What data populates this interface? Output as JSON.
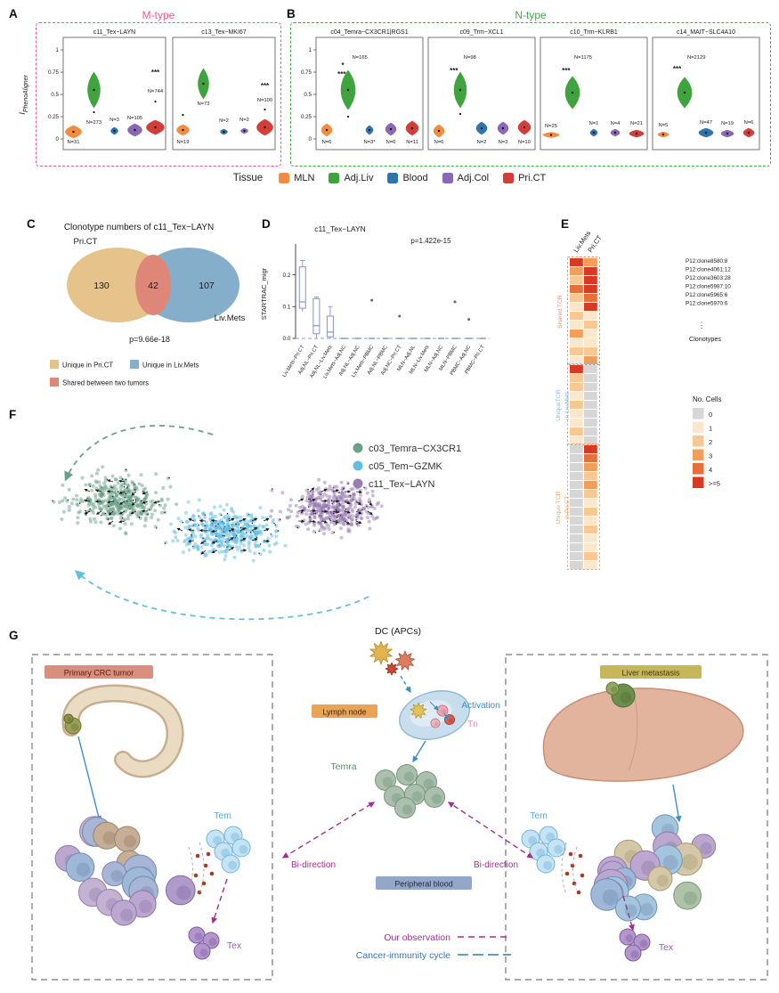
{
  "panel_letters": {
    "A": "A",
    "B": "B",
    "C": "C",
    "D": "D",
    "E": "E",
    "F": "F",
    "G": "G"
  },
  "axis": {
    "ylabel_main": "I",
    "ylabel_sub": "PhenoAligner"
  },
  "tissue_legend": {
    "title": "Tissue",
    "items": [
      {
        "label": "MLN",
        "color": "#F28C3E"
      },
      {
        "label": "Adj.Liv",
        "color": "#3FA43D"
      },
      {
        "label": "Blood",
        "color": "#2E74B0"
      },
      {
        "label": "Adj.Col",
        "color": "#8B68B5"
      },
      {
        "label": "Pri.CT",
        "color": "#D23F38"
      }
    ]
  },
  "chart_data": {
    "violin_panels": [
      {
        "group_title": "M-type",
        "accent": "#F05A8C",
        "yticks": [
          1,
          0.75,
          0.5,
          0.25,
          0
        ],
        "subpanels": [
          {
            "title": "c11_Tex−LAYN",
            "violins": [
              {
                "tissue": "MLN",
                "center": 0.08,
                "half": 0.07,
                "width": 9,
                "n": "N=31",
                "n_y": -0.05
              },
              {
                "tissue": "Adj.Liv",
                "center": 0.55,
                "half": 0.2,
                "width": 7,
                "n": "N=273",
                "n_y": 0.17
              },
              {
                "tissue": "Blood",
                "center": 0.09,
                "half": 0.04,
                "width": 4,
                "n": "N=3",
                "n_y": 0.2
              },
              {
                "tissue": "Adj.Col",
                "center": 0.1,
                "half": 0.07,
                "width": 8,
                "n": "N=105",
                "n_y": 0.22
              },
              {
                "tissue": "Pri.CT",
                "center": 0.13,
                "half": 0.08,
                "width": 10,
                "n": "N=744",
                "n_y": 0.52
              }
            ],
            "notes": [
              {
                "text": "***",
                "x": 4,
                "y": 0.72
              }
            ],
            "dots": [
              {
                "x": 1,
                "y": 0.3
              },
              {
                "x": 4,
                "y": 0.42
              }
            ]
          },
          {
            "title": "c13_Tex−MKI67",
            "violins": [
              {
                "tissue": "MLN",
                "center": 0.1,
                "half": 0.06,
                "width": 7,
                "n": "N=19",
                "n_y": -0.05
              },
              {
                "tissue": "Adj.Liv",
                "center": 0.62,
                "half": 0.17,
                "width": 6,
                "n": "N=73",
                "n_y": 0.38
              },
              {
                "tissue": "Blood",
                "center": 0.08,
                "half": 0.03,
                "width": 4,
                "n": "N=2",
                "n_y": 0.19
              },
              {
                "tissue": "Adj.Col",
                "center": 0.09,
                "half": 0.03,
                "width": 4,
                "n": "N=2",
                "n_y": 0.2
              },
              {
                "tissue": "Pri.CT",
                "center": 0.13,
                "half": 0.09,
                "width": 9,
                "n": "N=100",
                "n_y": 0.42
              }
            ],
            "notes": [
              {
                "text": "***",
                "x": 4,
                "y": 0.57
              }
            ],
            "dots": [
              {
                "x": 0,
                "y": 0.27
              },
              {
                "x": 4,
                "y": 0.33
              }
            ]
          }
        ]
      },
      {
        "group_title": "N-type",
        "accent": "#45A847",
        "yticks": [
          1,
          0.75,
          0.5,
          0.25,
          0
        ],
        "subpanels": [
          {
            "title": "c04_Temra−CX3CR1|RGS1",
            "violins": [
              {
                "tissue": "MLN",
                "center": 0.1,
                "half": 0.07,
                "width": 6,
                "n": "N=6",
                "n_y": -0.05
              },
              {
                "tissue": "Adj.Liv",
                "center": 0.55,
                "half": 0.22,
                "width": 8,
                "n": "N=165",
                "n_y": 0.9,
                "n_dx": 0.55
              },
              {
                "tissue": "Blood",
                "center": 0.1,
                "half": 0.05,
                "width": 4,
                "n": "N=3*",
                "n_y": -0.05
              },
              {
                "tissue": "Adj.Col",
                "center": 0.11,
                "half": 0.07,
                "width": 6,
                "n": "N=6",
                "n_y": -0.05
              },
              {
                "tissue": "Pri.CT",
                "center": 0.12,
                "half": 0.08,
                "width": 7,
                "n": "N=11",
                "n_y": -0.05
              }
            ],
            "notes": [
              {
                "text": "*",
                "x": 0.75,
                "y": 0.8
              },
              {
                "text": "***",
                "x": 0.7,
                "y": 0.7
              }
            ],
            "dots": [
              {
                "x": 1,
                "y": 0.25
              }
            ]
          },
          {
            "title": "c09_Trm−XCL1",
            "violins": [
              {
                "tissue": "MLN",
                "center": 0.09,
                "half": 0.07,
                "width": 6,
                "n": "N=6",
                "n_y": -0.05
              },
              {
                "tissue": "Adj.Liv",
                "center": 0.55,
                "half": 0.2,
                "width": 7,
                "n": "N=98",
                "n_y": 0.9,
                "n_dx": 0.45
              },
              {
                "tissue": "Blood",
                "center": 0.12,
                "half": 0.07,
                "width": 6,
                "n": "N=2",
                "n_y": -0.05
              },
              {
                "tissue": "Adj.Col",
                "center": 0.12,
                "half": 0.07,
                "width": 6,
                "n": "N=3",
                "n_y": -0.05
              },
              {
                "tissue": "Pri.CT",
                "center": 0.13,
                "half": 0.08,
                "width": 7,
                "n": "N=10",
                "n_y": -0.05
              }
            ],
            "notes": [
              {
                "text": "***",
                "x": 0.7,
                "y": 0.74
              }
            ],
            "dots": [
              {
                "x": 1,
                "y": 0.28
              }
            ]
          },
          {
            "title": "c10_Trm−KLRB1",
            "violins": [
              {
                "tissue": "MLN",
                "center": 0.045,
                "half": 0.03,
                "width": 9,
                "n": "N=25",
                "n_y": 0.13
              },
              {
                "tissue": "Adj.Liv",
                "center": 0.52,
                "half": 0.18,
                "width": 8,
                "n": "N=1175",
                "n_y": 0.9,
                "n_dx": 0.5
              },
              {
                "tissue": "Blood",
                "center": 0.07,
                "half": 0.04,
                "width": 4,
                "n": "N=1",
                "n_y": 0.16
              },
              {
                "tissue": "Adj.Col",
                "center": 0.07,
                "half": 0.04,
                "width": 5,
                "n": "N=4",
                "n_y": 0.16
              },
              {
                "tissue": "Pri.CT",
                "center": 0.06,
                "half": 0.04,
                "width": 8,
                "n": "N=21",
                "n_y": 0.16
              }
            ],
            "notes": [
              {
                "text": "***",
                "x": 0.7,
                "y": 0.74
              }
            ],
            "dots": []
          },
          {
            "title": "c14_MAIT−SLC4A10",
            "violins": [
              {
                "tissue": "MLN",
                "center": 0.05,
                "half": 0.03,
                "width": 6,
                "n": "N=5",
                "n_y": 0.14
              },
              {
                "tissue": "Adj.Liv",
                "center": 0.52,
                "half": 0.17,
                "width": 8,
                "n": "N=2129",
                "n_y": 0.9,
                "n_dx": 0.55
              },
              {
                "tissue": "Blood",
                "center": 0.07,
                "half": 0.05,
                "width": 8,
                "n": "N=47",
                "n_y": 0.17
              },
              {
                "tissue": "Adj.Col",
                "center": 0.06,
                "half": 0.04,
                "width": 7,
                "n": "N=19",
                "n_y": 0.16
              },
              {
                "tissue": "Pri.CT",
                "center": 0.07,
                "half": 0.05,
                "width": 6,
                "n": "N=6",
                "n_y": 0.17
              }
            ],
            "notes": [
              {
                "text": "***",
                "x": 0.65,
                "y": 0.76
              }
            ],
            "dots": []
          }
        ]
      }
    ],
    "venn": {
      "title": "Clonotype numbers of c11_Tex−LAYN",
      "left_label": "Pri.CT",
      "right_label": "Liv.Mets",
      "left_only": 130,
      "shared": 42,
      "right_only": 107,
      "p_value": "p=9.66e-18",
      "colors": {
        "left": "#E6C38B",
        "right": "#85AECB",
        "overlap": "#DE8678"
      },
      "legend": [
        {
          "label": "Unique in Pri.CT",
          "color": "#E6C38B"
        },
        {
          "label": "Unique in Liv.Mets",
          "color": "#85AECB"
        },
        {
          "label": "Shared between two tumors",
          "color": "#DE8678"
        }
      ]
    },
    "boxplot": {
      "title": "c11_Tex−LAYN",
      "p_value": "p=1.422e-15",
      "ylabel": "STARTRAC_migr",
      "yticks": [
        0,
        0.1,
        0.2
      ],
      "box_color": "#8D9BD6",
      "boxes": [
        {
          "label": "Liv.Mets−Pri.CT",
          "lo": 0.085,
          "q1": 0.095,
          "med": 0.115,
          "q3": 0.225,
          "hi": 0.245
        },
        {
          "label": "Adj.NL−Pri.CT",
          "lo": 0,
          "q1": 0.015,
          "med": 0.04,
          "q3": 0.125,
          "hi": 0.13
        },
        {
          "label": "Adj.NL−Liv.Mets",
          "lo": 0,
          "q1": 0.005,
          "med": 0.02,
          "q3": 0.07,
          "hi": 0.1
        },
        {
          "label": "Liv.Mets−Adj.NC",
          "lo": 0,
          "q1": 0,
          "med": 0,
          "q3": 0,
          "hi": 0
        },
        {
          "label": "Adj.NL−Adj.NC",
          "lo": 0,
          "q1": 0,
          "med": 0,
          "q3": 0,
          "hi": 0
        },
        {
          "label": "Liv.Mets−PBMC",
          "lo": 0,
          "q1": 0,
          "med": 0,
          "q3": 0,
          "hi": 0
        },
        {
          "label": "Adj.NL−PBMC",
          "lo": 0,
          "q1": 0,
          "med": 0,
          "q3": 0,
          "hi": 0
        },
        {
          "label": "Adj.NC−Pri.CT",
          "lo": 0,
          "q1": 0,
          "med": 0,
          "q3": 0,
          "hi": 0
        },
        {
          "label": "MLN−Adj.NL",
          "lo": 0,
          "q1": 0,
          "med": 0,
          "q3": 0,
          "hi": 0
        },
        {
          "label": "MLN−Liv.Mets",
          "lo": 0,
          "q1": 0,
          "med": 0,
          "q3": 0,
          "hi": 0
        },
        {
          "label": "MLN−Adj.NC",
          "lo": 0,
          "q1": 0,
          "med": 0,
          "q3": 0,
          "hi": 0
        },
        {
          "label": "MLN−PBMC",
          "lo": 0,
          "q1": 0,
          "med": 0,
          "q3": 0,
          "hi": 0
        },
        {
          "label": "PBMC−Adj.NC",
          "lo": 0,
          "q1": 0,
          "med": 0,
          "q3": 0,
          "hi": 0
        },
        {
          "label": "PBMC−Pri.CT",
          "lo": 0,
          "q1": 0,
          "med": 0,
          "q3": 0,
          "hi": 0
        }
      ],
      "outliers": [
        {
          "i": 5,
          "y": 0.12
        },
        {
          "i": 7,
          "y": 0.07
        },
        {
          "i": 11,
          "y": 0.115
        },
        {
          "i": 12,
          "y": 0.06
        }
      ]
    },
    "heatmap": {
      "columns": [
        "Liv.Mets",
        "Pri.CT"
      ],
      "legend_title": "No. Cells",
      "legend": [
        {
          "label": "0",
          "color": "#D6D6D6"
        },
        {
          "label": "1",
          "color": "#FBE7CE"
        },
        {
          "label": "2",
          "color": "#F7C794"
        },
        {
          "label": "3",
          "color": "#F19E5C"
        },
        {
          "label": "4",
          "color": "#E76F3A"
        },
        {
          "label": ">=5",
          "color": "#D93923"
        }
      ],
      "groups": [
        {
          "name_lines": [
            "Shared TCR"
          ],
          "color": "#E8897B",
          "rows": [
            [
              5,
              3
            ],
            [
              3,
              9
            ],
            [
              2,
              26
            ],
            [
              4,
              6
            ],
            [
              2,
              4
            ],
            [
              1,
              5
            ],
            [
              2,
              1
            ],
            [
              1,
              2
            ],
            [
              3,
              1
            ],
            [
              1,
              1
            ],
            [
              2,
              2
            ],
            [
              1,
              3
            ]
          ]
        },
        {
          "name_lines": [
            "UniqueTCR",
            "in Liv.Mets"
          ],
          "color": "#85B8D8",
          "rows": [
            [
              6,
              0
            ],
            [
              2,
              0
            ],
            [
              2,
              0
            ],
            [
              1,
              0
            ],
            [
              2,
              0
            ],
            [
              1,
              0
            ],
            [
              1,
              0
            ],
            [
              2,
              0
            ],
            [
              1,
              0
            ]
          ]
        },
        {
          "name_lines": [
            "Unique TCR",
            "in Pri.CT"
          ],
          "color": "#F2A468",
          "rows": [
            [
              0,
              6
            ],
            [
              0,
              4
            ],
            [
              0,
              3
            ],
            [
              0,
              2
            ],
            [
              0,
              3
            ],
            [
              0,
              2
            ],
            [
              0,
              1
            ],
            [
              0,
              2
            ],
            [
              0,
              1
            ],
            [
              0,
              2
            ],
            [
              0,
              1
            ],
            [
              0,
              1
            ],
            [
              0,
              2
            ],
            [
              0,
              1
            ]
          ]
        }
      ],
      "clone_labels": [
        "P12:clone8580:8",
        "P12:clone4061:12",
        "P12:clone3603:28",
        "P12:clone5987:10",
        "P12:clone5965:6",
        "P12:clone5970:6"
      ],
      "clone_caption": "Clonotypes"
    },
    "velocity": {
      "legend": [
        {
          "label": "c03_Temra−CX3CR1",
          "color": "#69A189"
        },
        {
          "label": "c05_Tem−GZMK",
          "color": "#62BEE2"
        },
        {
          "label": "c11_Tex−LAYN",
          "color": "#9A7CB3"
        }
      ],
      "clusters": [
        {
          "color": "#69A189",
          "cx": 120,
          "cy": 105,
          "sx": 52,
          "sy": 27,
          "n": 380
        },
        {
          "color": "#62BEE2",
          "cx": 240,
          "cy": 140,
          "sx": 58,
          "sy": 28,
          "n": 420
        },
        {
          "color": "#9A7CB3",
          "cx": 360,
          "cy": 112,
          "sx": 52,
          "sy": 28,
          "n": 380
        }
      ]
    }
  },
  "schematic": {
    "dc_label": "DC (APCs)",
    "lymph_label": "Lymph node",
    "activation_label": "Activation",
    "tn_label": "Tn",
    "temra_label": "Temra",
    "tem_label": "Tem",
    "tex_label": "Tex",
    "bidirection_label": "Bi-direction",
    "peripheral_label": "Peripheral blood",
    "primary_label": "Primary CRC tumor",
    "liver_label": "Liver metastasis",
    "legend_observation": "Our observation",
    "legend_cycle": "Cancer-immunity cycle",
    "colors": {
      "observation": "#A0308F",
      "cycle": "#2E78B8",
      "temra": "#5D8C70",
      "tem": "#55AEDC",
      "tex": "#8A63A8",
      "tn": "#E8909E",
      "activation": "#3B8EC8",
      "lymph_bg": "#E9A455",
      "lymph_text": "#3A2A12",
      "peripheral_bg": "#93A7CB",
      "peripheral_text": "#1E2A44",
      "primary_bg": "#D98E7E",
      "primary_text": "#5A1E10",
      "liver_bg": "#C6B75B",
      "liver_text": "#3F3A10"
    }
  }
}
